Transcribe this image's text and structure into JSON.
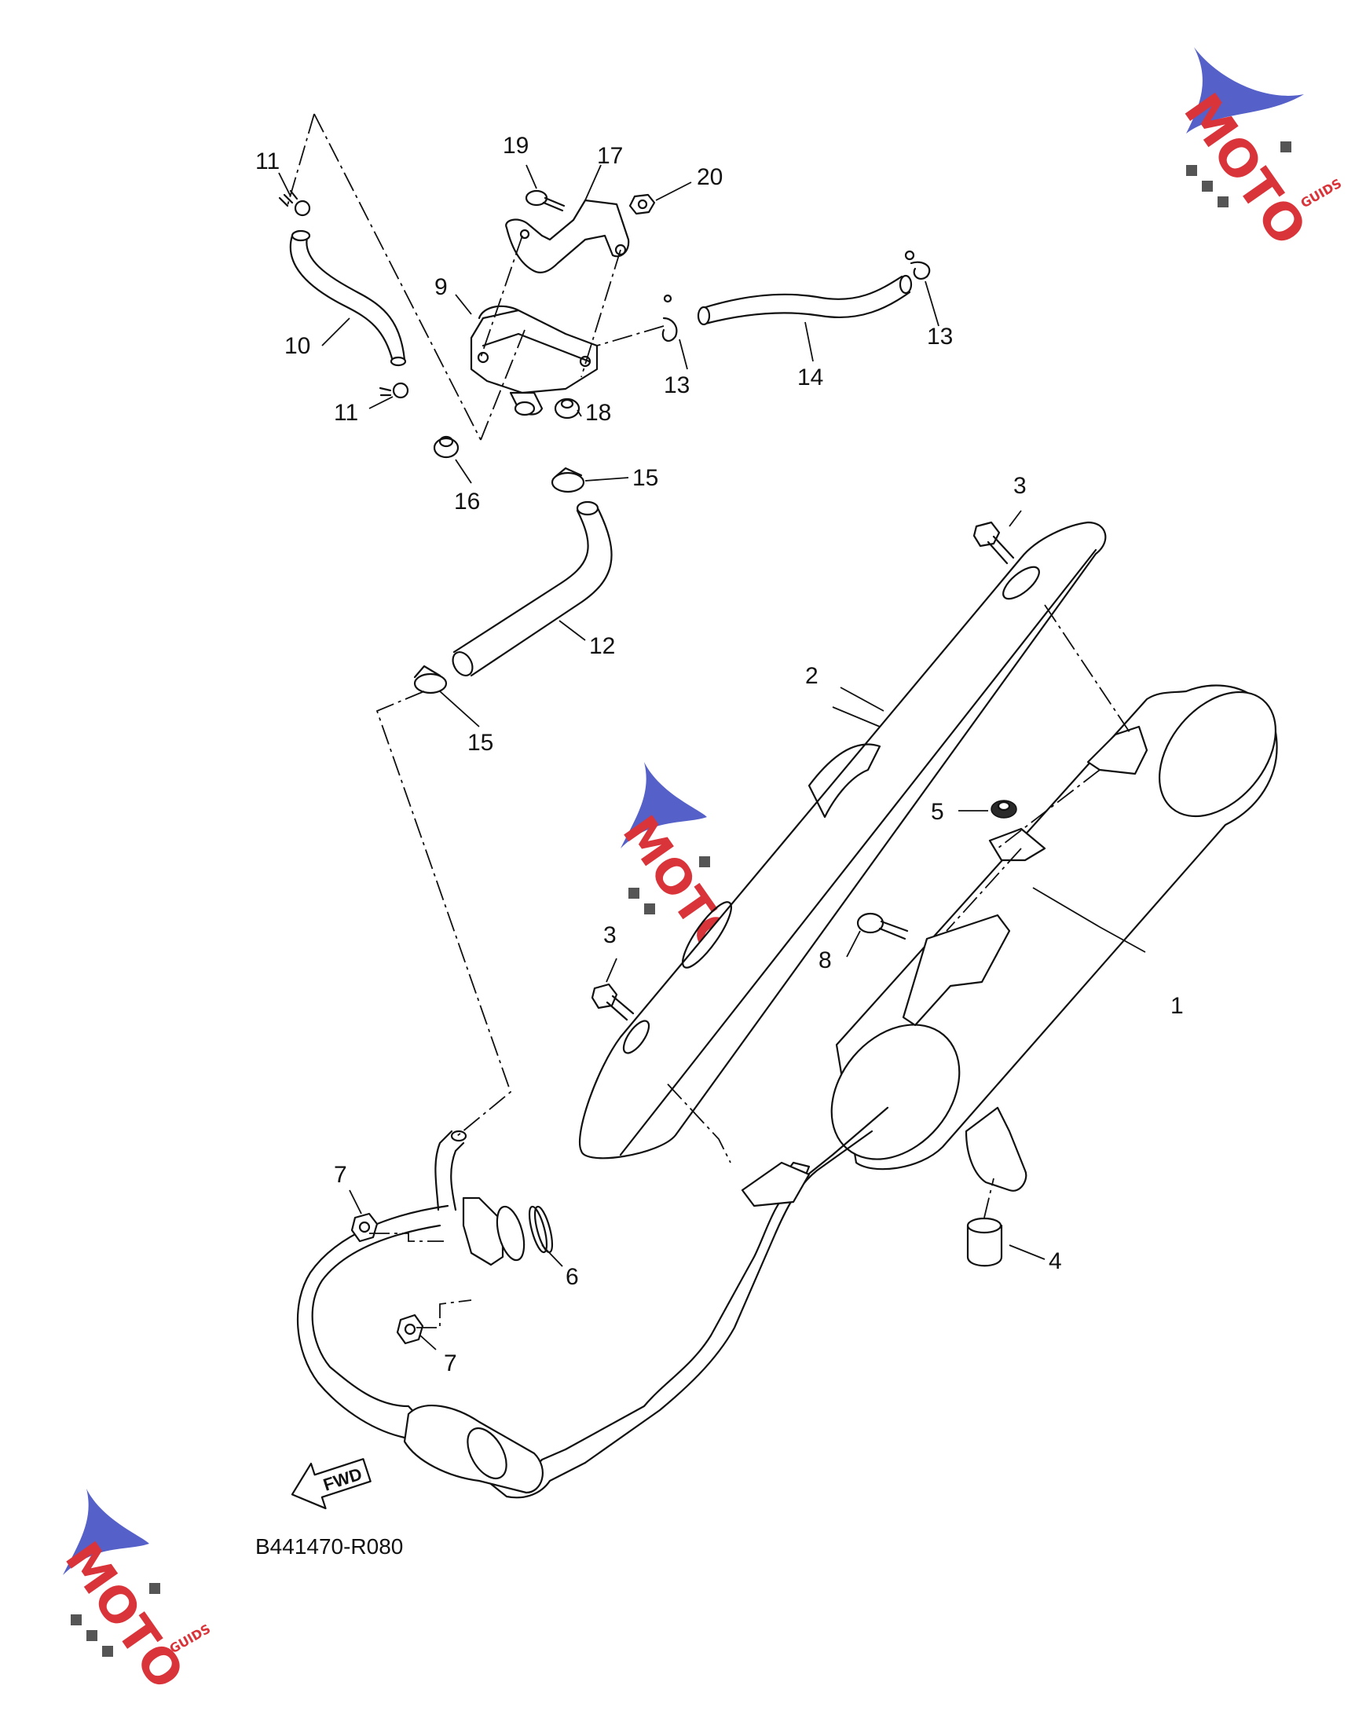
{
  "diagram": {
    "code": "B441470-R080",
    "direction_label": "FWD",
    "part_numbers": {
      "p1": "1",
      "p2": "2",
      "p3a": "3",
      "p3b": "3",
      "p4": "4",
      "p5": "5",
      "p6": "6",
      "p7a": "7",
      "p7b": "7",
      "p8": "8",
      "p9": "9",
      "p10": "10",
      "p11a": "11",
      "p11b": "11",
      "p12": "12",
      "p13a": "13",
      "p13b": "13",
      "p14": "14",
      "p15a": "15",
      "p15b": "15",
      "p16": "16",
      "p17": "17",
      "p18": "18",
      "p19": "19",
      "p20": "20"
    }
  },
  "watermark": {
    "brand": "MOTO",
    "suffix": "GUIDS",
    "colors": {
      "swoosh": "#5560c8",
      "letters": "#d9343a",
      "checker": "#555555"
    }
  }
}
